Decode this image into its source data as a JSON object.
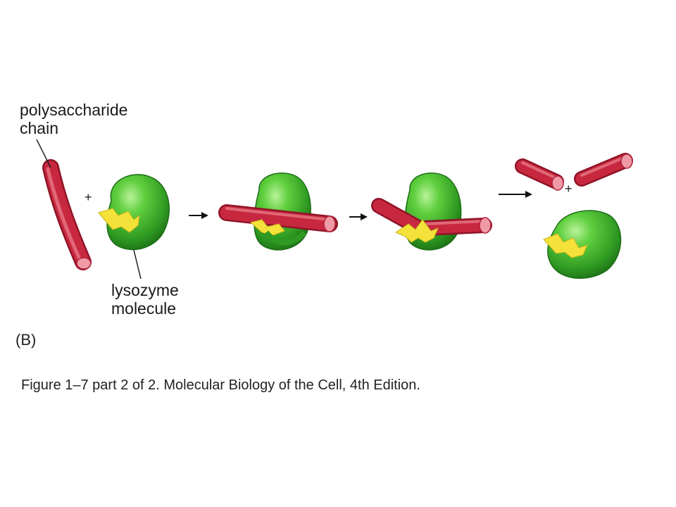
{
  "labels": {
    "chain_line1": "polysaccharide",
    "chain_line2": "chain",
    "enzyme_line1": "lysozyme",
    "enzyme_line2": "molecule",
    "plus": "+"
  },
  "panel_letter": "(B)",
  "caption": "Figure 1–7 part 2 of 2. Molecular Biology of the Cell, 4th Edition.",
  "colors": {
    "chain": "#c8283f",
    "chain_highlight": "#e07080",
    "chain_end": "#f09aa6",
    "enzyme": "#3fb52c",
    "enzyme_dark": "#1f7a18",
    "enzyme_light": "#9be27a",
    "active_site": "#f4e23a",
    "arrow": "#111111"
  }
}
